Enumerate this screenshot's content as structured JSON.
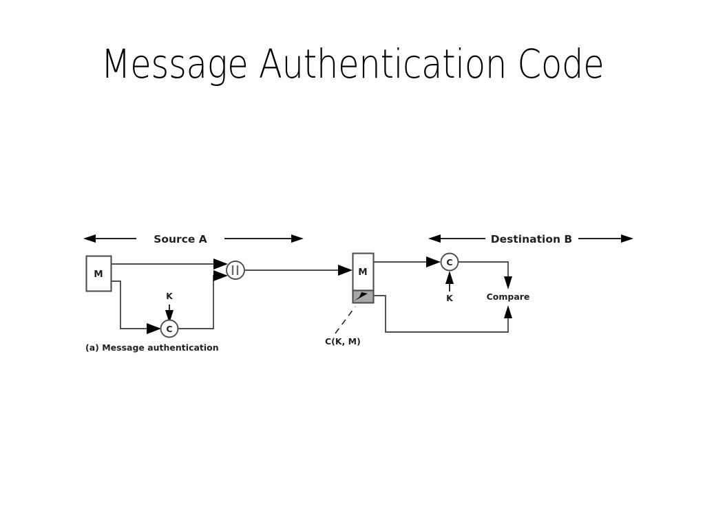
{
  "slide": {
    "title": "Message Authentication Code",
    "background_color": "#ffffff",
    "title_color": "#000000"
  },
  "diagram": {
    "caption": "(a) Message authentication",
    "mac_label": "C(K, M)",
    "colors": {
      "wire": "#4d4d4d",
      "outline": "#4d4d4d",
      "text": "#231f20",
      "mac_block_fill": "#a8a8a8",
      "box_fill": "#ffffff"
    },
    "regions": [
      {
        "name": "source",
        "label": "Source A"
      },
      {
        "name": "destination",
        "label": "Destination B"
      }
    ],
    "source": {
      "message_box_label": "M",
      "key_label": "K",
      "mac_function_label": "C",
      "concat_label": "||"
    },
    "destination": {
      "message_box_label": "M",
      "key_label": "K",
      "mac_function_label": "C",
      "compare_label": "Compare"
    }
  }
}
